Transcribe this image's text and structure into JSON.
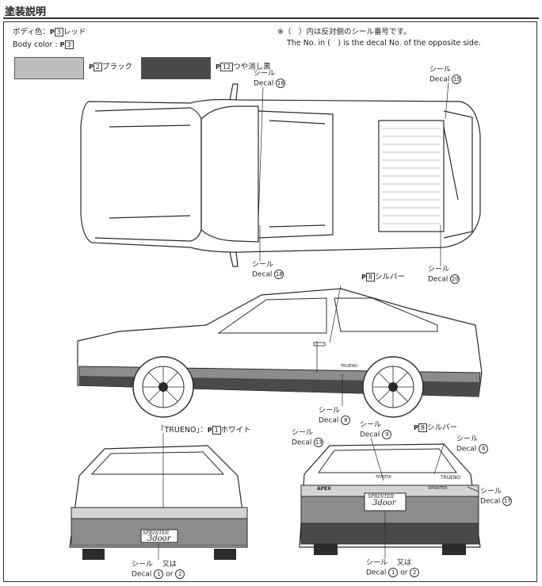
{
  "header": {
    "title": "塗装説明"
  },
  "body_color": {
    "jp_prefix": "ボディ色：",
    "jp_paint_num": "3",
    "jp_paint_name": "レッド",
    "en_prefix": "Body color :",
    "en_paint_num": "3"
  },
  "note": {
    "jp": "※（　）内は反対側のシール番号です。",
    "en": "The No. in (　) is the decal No. of the opposite side."
  },
  "swatches": [
    {
      "num": "2",
      "name": "ブラック",
      "color": "#bdbdbd"
    },
    {
      "num": "12",
      "name": "つや消し黒",
      "color": "#4a4a4a"
    }
  ],
  "paint_prefix": "P",
  "decal_jp": "シール",
  "decal_en": "Decal",
  "decal_or_jp": "又は",
  "decal_or_en": "or",
  "callouts": {
    "top_left_num": "16",
    "top_right_num": "15",
    "top_bottom_left_num": "18",
    "top_bottom_right_num": "20",
    "side_num": "8",
    "rear_left_num": "13",
    "rear_mid_num": "9",
    "rear_right_num": "6",
    "rear_right2_num": "17",
    "front_num_a": "1",
    "front_num_b": "2",
    "rear_num_a": "1",
    "rear_num_b": "2"
  },
  "silver_label": {
    "num": "8",
    "name": "シルバー"
  },
  "silver_label_rear": {
    "num": "8",
    "name": "シルバー"
  },
  "trueno_label": {
    "text": "「TRUENO」：",
    "num": "1",
    "name": "ホワイト"
  },
  "plates": {
    "front_top": "SPRINTER",
    "front_main": "3door",
    "rear_top": "SPRINTER",
    "rear_main": "3door",
    "rear_brand": "TOYOTA",
    "rear_model": "APEX",
    "rear_badge_right": "TRUENO",
    "rear_strip": "SPRINTER",
    "side_badge": "TRUENO"
  },
  "colors": {
    "line": "#2b2b2b",
    "shade": "#8c8c8c",
    "light": "#d4d4d4"
  }
}
